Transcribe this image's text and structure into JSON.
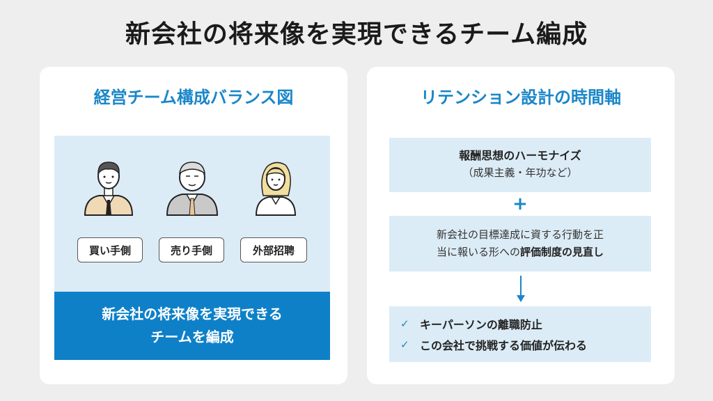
{
  "title": "新会社の将来像を実現できるチーム編成",
  "left_panel": {
    "title": "経営チーム構成バランス図",
    "roles": [
      {
        "label": "買い手側",
        "icon": "businessman-icon"
      },
      {
        "label": "売り手側",
        "icon": "senior-businessman-icon"
      },
      {
        "label": "外部招聘",
        "icon": "businesswoman-icon"
      }
    ],
    "goal_line1": "新会社の将来像を実現できる",
    "goal_line2": "チームを編成"
  },
  "right_panel": {
    "title": "リテンション設計の時間軸",
    "step1_line1": "報酬思想のハーモナイズ",
    "step1_line2": "（成果主義・年功など）",
    "plus_symbol": "+",
    "step2_line1": "新会社の目標達成に資する行動を正",
    "step2_line2_plain": "当に報いる形への",
    "step2_line2_bold": "評価制度の見直し",
    "results": [
      {
        "check": "✓",
        "label": "キーパーソンの離職防止"
      },
      {
        "check": "✓",
        "label": "この会社で挑戦する価値が伝わる"
      }
    ]
  },
  "colors": {
    "accent": "#1a86c9",
    "goal_bg": "#0e80c8",
    "light_box": "#dcecf6",
    "page_bg": "#eeeeee"
  }
}
